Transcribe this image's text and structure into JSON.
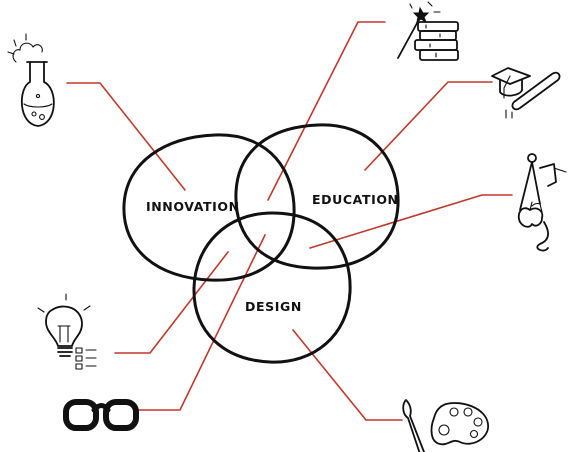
{
  "diagram": {
    "sets": [
      {
        "id": "innovation",
        "label": "INNOVATION"
      },
      {
        "id": "education",
        "label": "EDUCATION"
      },
      {
        "id": "design",
        "label": "DESIGN"
      }
    ],
    "icons": [
      "chemistry-flask-icon",
      "magic-wand-books-icon",
      "graduation-cap-diploma-icon",
      "compass-apple-icon",
      "lightbulb-checklist-icon",
      "glasses-icon",
      "paintbrush-palette-icon"
    ],
    "colors": {
      "ink": "#111111",
      "connector": "#c0392b",
      "background": "#ffffff"
    }
  }
}
